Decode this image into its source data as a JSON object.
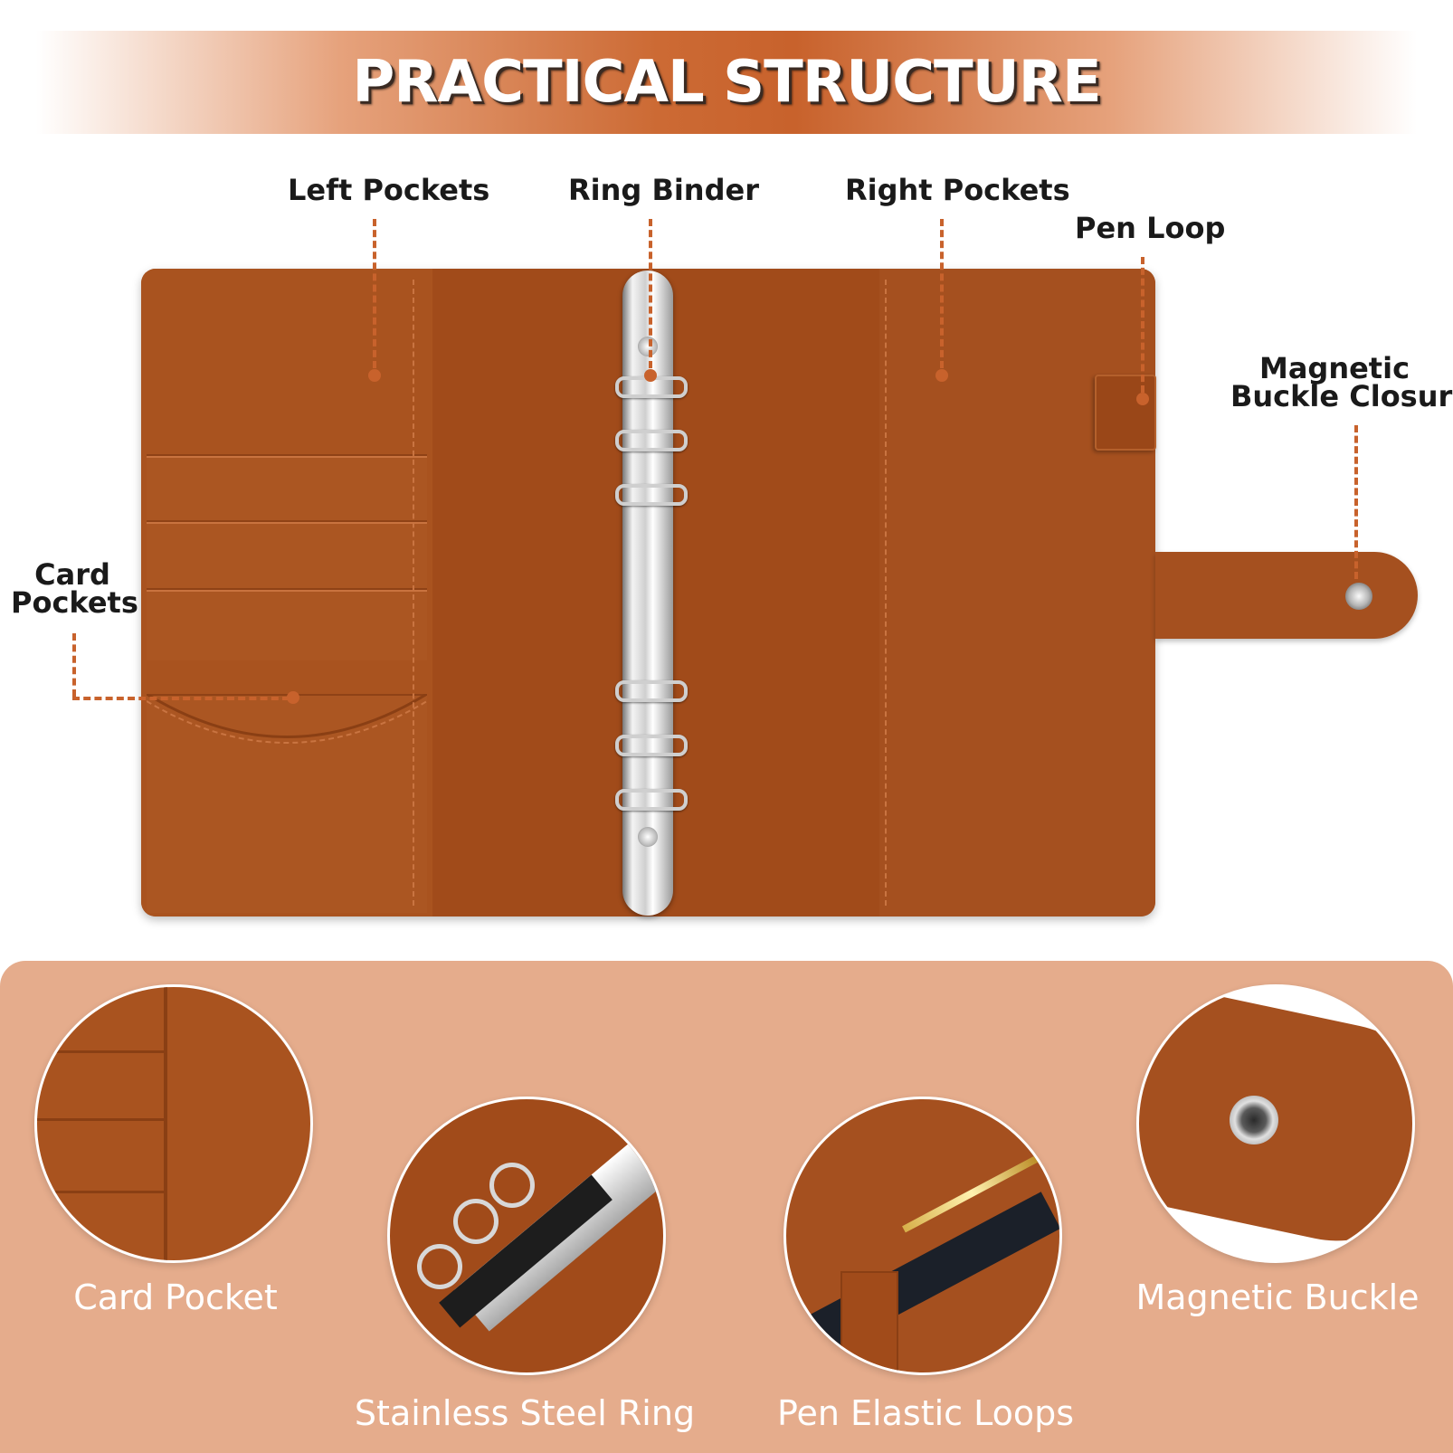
{
  "banner": {
    "title": "PRACTICAL STRUCTURE"
  },
  "callouts": {
    "left_pockets": "Left Pockets",
    "ring_binder": "Ring Binder",
    "right_pockets": "Right Pockets",
    "pen_loop": "Pen Loop",
    "magnetic_buckle_closure": [
      "Magnetic",
      "Buckle Closure"
    ],
    "card_pockets": [
      "Card",
      "Pockets"
    ]
  },
  "features": [
    {
      "label": "Card Pocket"
    },
    {
      "label": "Stainless Steel Ring"
    },
    {
      "label": "Pen Elastic Loops"
    },
    {
      "label": "Magnetic Buckle"
    }
  ],
  "colors": {
    "accent": "#c8622c",
    "leather": "#a5501f",
    "bottom_bg": "#e5ac8c"
  }
}
